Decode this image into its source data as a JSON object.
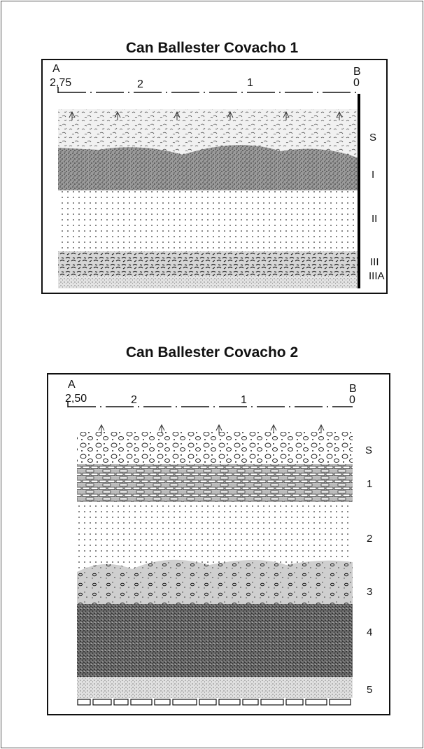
{
  "figure1": {
    "title": "Can Ballester Covacho 1",
    "point_a": "A",
    "point_b": "B",
    "scale": [
      "2,75",
      "2",
      "1",
      "0"
    ],
    "layers": [
      "S",
      "I",
      "II",
      "III",
      "IIIA"
    ]
  },
  "figure2": {
    "title": "Can Ballester Covacho 2",
    "point_a": "A",
    "point_b": "B",
    "scale": [
      "2,50",
      "2",
      "1",
      "0"
    ],
    "layers": [
      "S",
      "1",
      "2",
      "3",
      "4",
      "5"
    ]
  }
}
